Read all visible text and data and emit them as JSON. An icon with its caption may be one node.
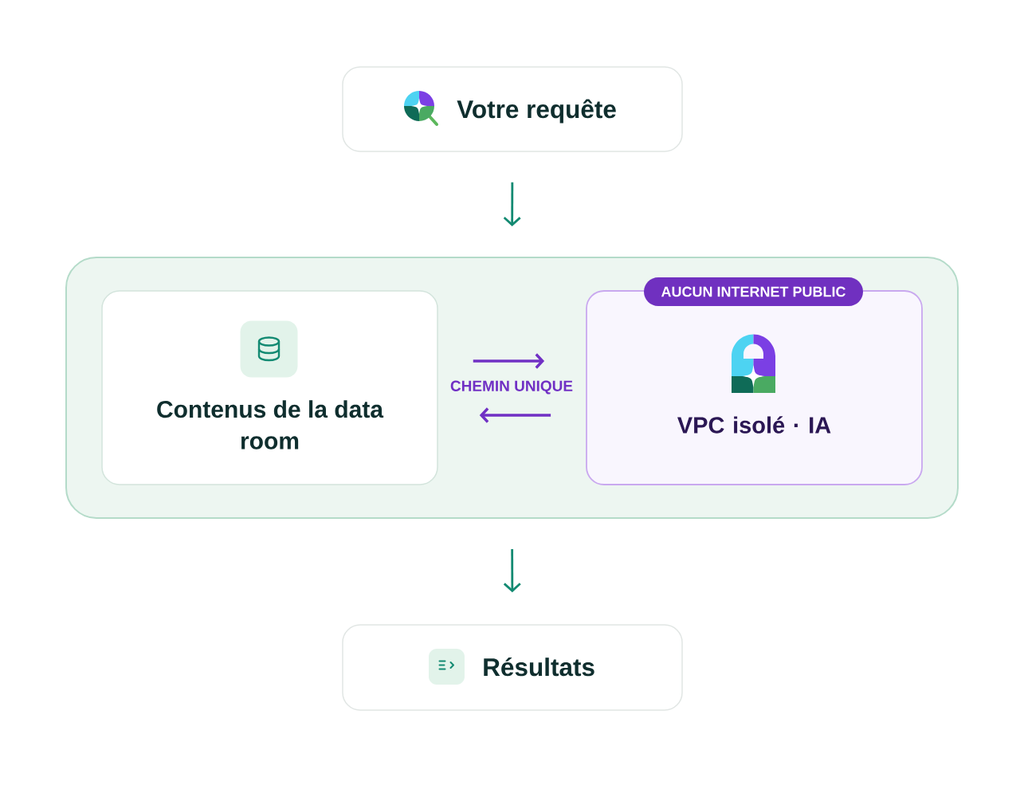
{
  "diagram": {
    "nodes": [
      {
        "text": [
          "Votre requête"
        ]
      },
      {
        "text": [],
        "shape": "box"
      },
      {
        "text": [
          "Contenus de la data room"
        ],
        "in": 1
      },
      {
        "text": [
          "VPC isolé · IA"
        ],
        "in": 1
      },
      {
        "text": [
          "AUCUN INTERNET PUBLIC"
        ],
        "in": 1
      },
      {
        "text": [
          "Résultats"
        ]
      }
    ],
    "edges": [
      {
        "from": 0,
        "to": 1,
        "arrow": "to"
      },
      {
        "from": 2,
        "to": 3,
        "arrow": "to",
        "color": "#7030c4"
      },
      {
        "from": 3,
        "to": 2,
        "arrow": "to",
        "color": "#7030c4"
      },
      {
        "from": 1,
        "to": 5,
        "arrow": "to"
      }
    ],
    "labels": [
      "CHEMIN UNIQUE"
    ]
  }
}
